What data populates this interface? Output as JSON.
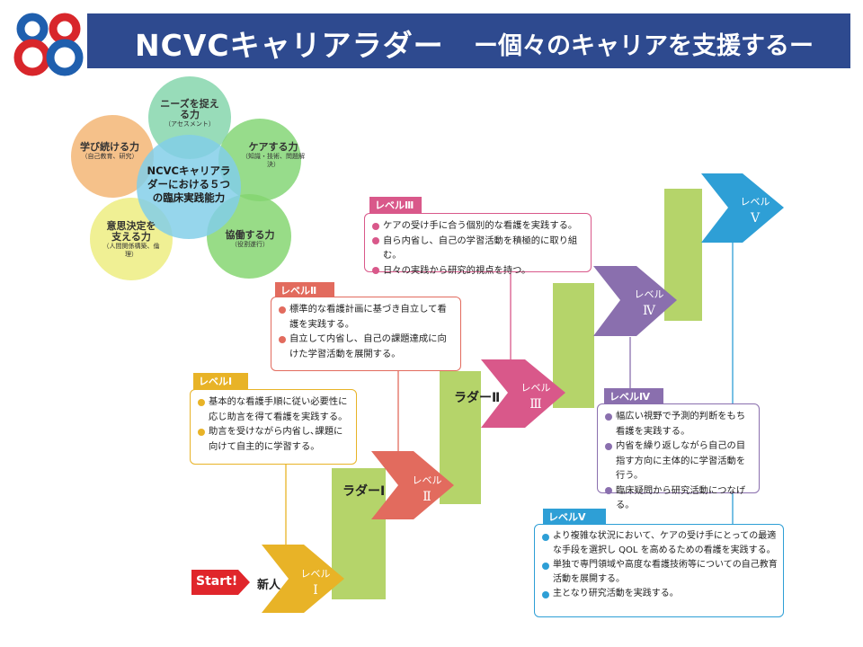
{
  "header": {
    "title": "NCVCキャリアラダー",
    "subtitle": "ー個々のキャリアを支援するー"
  },
  "logo": {
    "icon": "88-logo-icon"
  },
  "competencies": {
    "center": "NCVCキャリアラダーにおける５つの臨床実践能力",
    "items": [
      {
        "title": "ニーズを捉える力",
        "sub": "（アセスメント）",
        "color": "#7fd3a8"
      },
      {
        "title": "ケアする力",
        "sub": "（知識・技術、問題解決）",
        "color": "#7ed36f"
      },
      {
        "title": "協働する力",
        "sub": "（役割遂行）",
        "color": "#7fd36a"
      },
      {
        "title": "意思決定を支える力",
        "sub": "（人間関係構築、倫理）",
        "color": "#ecec7a"
      },
      {
        "title": "学び続ける力",
        "sub": "（自己教育、研究）",
        "color": "#f2b16d"
      }
    ],
    "center_color": "#7ccce8"
  },
  "steps": {
    "start": "Start!",
    "shinjin": "新人",
    "ladder1": "ラダーⅠ",
    "ladder2": "ラダーⅡ",
    "level_word": "レベル",
    "roman": [
      "Ⅰ",
      "Ⅱ",
      "Ⅲ",
      "Ⅳ",
      "Ⅴ"
    ],
    "colors": [
      "#e8b327",
      "#e26b5e",
      "#d9588a",
      "#8a6fae",
      "#2e9fd6"
    ],
    "stair_color": "#b5d46a"
  },
  "levels": [
    {
      "tag": "レベルⅠ",
      "color": "#e8b327",
      "items": [
        "基本的な看護手順に従い必要性に応じ助言を得て看護を実践する。",
        "助言を受けながら内省し､課題に向けて自主的に学習する。"
      ]
    },
    {
      "tag": "レベルⅡ",
      "color": "#e26b5e",
      "items": [
        "標準的な看護計画に基づき自立して看護を実践する。",
        "自立して内省し、自己の課題達成に向けた学習活動を展開する。"
      ]
    },
    {
      "tag": "レベルⅢ",
      "color": "#d9588a",
      "items": [
        "ケアの受け手に合う個別的な看護を実践する。",
        "自ら内省し、自己の学習活動を積極的に取り組む。",
        "日々の実践から研究的視点を持つ。"
      ]
    },
    {
      "tag": "レベルⅣ",
      "color": "#8a6fae",
      "items": [
        "幅広い視野で予測的判断をもち看護を実践する。",
        "内省を繰り返しながら自己の目指す方向に主体的に学習活動を行う。",
        "臨床疑問から研究活動につなげる。"
      ]
    },
    {
      "tag": "レベルⅤ",
      "color": "#2e9fd6",
      "items": [
        "より複雑な状況において、ケアの受け手にとっての最適な手段を選択し QOL を高めるための看護を実践する。",
        "単独で専門領域や高度な看護技術等についての自己教育活動を展開する。",
        "主となり研究活動を実践する。"
      ]
    }
  ]
}
